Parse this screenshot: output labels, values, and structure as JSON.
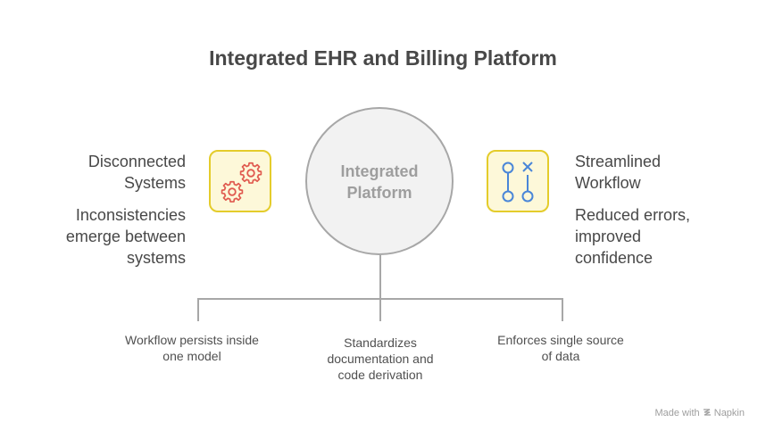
{
  "title": "Integrated EHR and Billing Platform",
  "center": {
    "label_line1": "Integrated",
    "label_line2": "Platform"
  },
  "left": {
    "icon": "gears-icon",
    "heading_line1": "Disconnected",
    "heading_line2": "Systems",
    "desc_line1": "Inconsistencies",
    "desc_line2": "emerge between",
    "desc_line3": "systems"
  },
  "right": {
    "icon": "workflow-nodes-icon",
    "heading_line1": "Streamlined",
    "heading_line2": "Workflow",
    "desc_line1": "Reduced errors,",
    "desc_line2": "improved",
    "desc_line3": "confidence"
  },
  "branches": [
    {
      "line1": "Workflow persists inside",
      "line2": "one model",
      "line3": ""
    },
    {
      "line1": "Standardizes",
      "line2": "documentation and",
      "line3": "code derivation"
    },
    {
      "line1": "Enforces single source",
      "line2": "of data",
      "line3": ""
    }
  ],
  "colors": {
    "icon_box_fill": "#fdf8d9",
    "icon_box_border": "#e4cc2b",
    "gear_color": "#e05a4f",
    "workflow_icon_color": "#4a86d8",
    "circle_fill": "#f2f2f2",
    "line_color": "#a7a7a7"
  },
  "watermark": {
    "prefix": "Made with",
    "brand": "Napkin"
  }
}
